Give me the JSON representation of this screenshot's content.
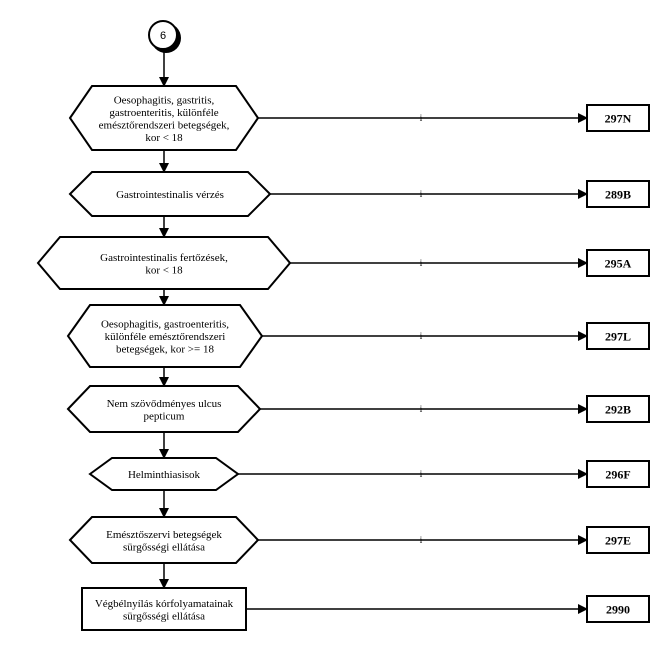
{
  "start": {
    "label": "6"
  },
  "yes_label": "i",
  "nodes": [
    {
      "lines": [
        "Oesophagitis, gastritis,",
        "gastroenteritis, különféle",
        "emésztőrendszeri betegségek,",
        "kor < 18"
      ],
      "code": "297N"
    },
    {
      "lines": [
        "Gastrointestinalis vérzés"
      ],
      "code": "289B"
    },
    {
      "lines": [
        "Gastrointestinalis fertőzések,",
        "kor < 18"
      ],
      "code": "295A"
    },
    {
      "lines": [
        "Oesophagitis, gastroenteritis,",
        "különféle emésztőrendszeri",
        "betegségek, kor >= 18"
      ],
      "code": "297L"
    },
    {
      "lines": [
        "Nem szövődményes ulcus",
        "pepticum"
      ],
      "code": "292B"
    },
    {
      "lines": [
        "Helminthiasisok"
      ],
      "code": "296F"
    },
    {
      "lines": [
        "Emésztőszervi betegségek",
        "sürgősségi ellátása"
      ],
      "code": "297E"
    },
    {
      "lines": [
        "Végbélnyílás kórfolyamatainak",
        "sürgősségi ellátása"
      ],
      "code": "2990"
    }
  ]
}
